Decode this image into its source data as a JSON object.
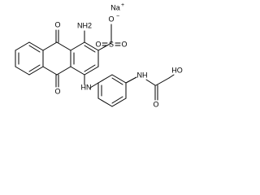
{
  "molecule": {
    "labels": {
      "na": "Na",
      "na_charge": "+",
      "nh2": "NH2",
      "s": "S",
      "o_s_top": "O",
      "o_s_top_charge": "−",
      "o_s_left": "O",
      "o_s_right": "O",
      "o_carbonyl_top": "O",
      "o_carbonyl_bottom": "O",
      "nh_left": "HN",
      "nh_right": "NH",
      "ho": "HO",
      "o_amide": "O"
    },
    "colors": {
      "ink": "#000000",
      "background": "#ffffff"
    }
  }
}
